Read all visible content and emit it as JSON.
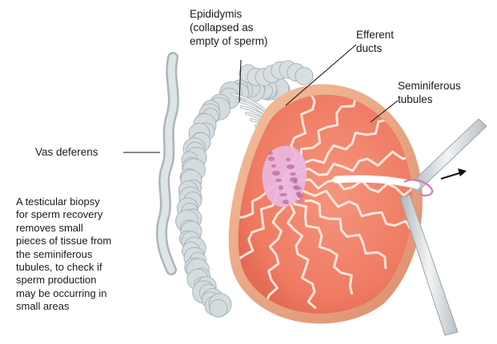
{
  "labels": {
    "epididymis": "Epididymis\n(collapsed as\nempty of sperm)",
    "efferent_ducts": "Efferent\nducts",
    "seminiferous_tubules": "Seminiferous\ntubules",
    "vas_deferens": "Vas deferens"
  },
  "description": "A testicular biopsy\nfor sperm recovery\nremoves small\npieces of tissue from\nthe seminiferous\ntubules, to check if\nsperm production\nmay be occurring in\nsmall areas",
  "colors": {
    "testis_fill": "#f08068",
    "testis_rim": "#e9a27a",
    "tubule_line": "#fde5dc",
    "efferent_pink": "#e7b8e0",
    "epididymis_grey": "#d4dcdf",
    "needle_grey": "#c9cfd3",
    "tissue_sample": "#e080b8"
  },
  "icons": {
    "arrow": "right-arrow-icon"
  }
}
